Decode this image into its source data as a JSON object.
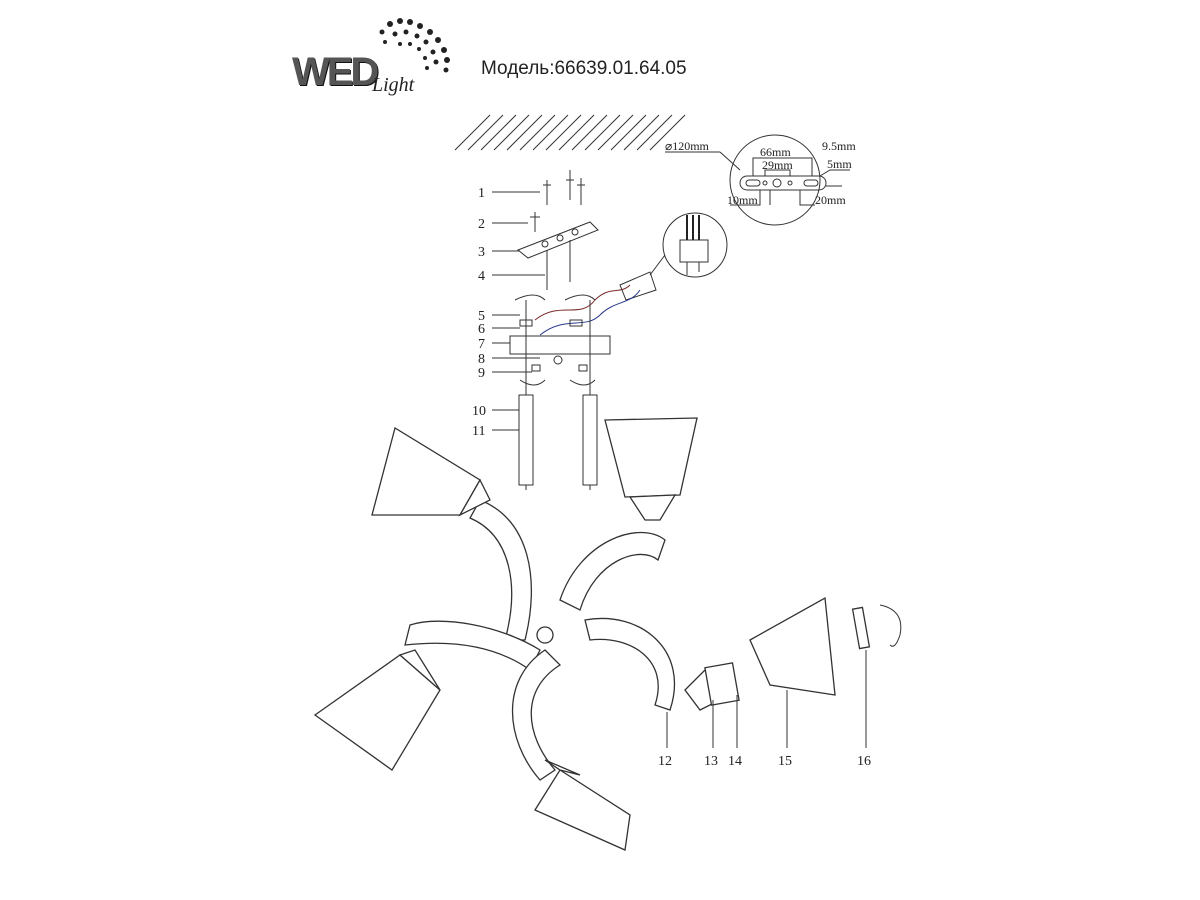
{
  "header": {
    "logo_text": "WED Light",
    "model": "Модель:66639.01.64.05"
  },
  "detail": {
    "diameter": "⌀120mm",
    "d66": "66mm",
    "d29": "29mm",
    "d95": "9.5mm",
    "d5": "5mm",
    "d10": "10mm",
    "d20": "20mm"
  },
  "parts_left": [
    "1",
    "2",
    "3",
    "4",
    "5",
    "6",
    "7",
    "8",
    "9",
    "10",
    "11"
  ],
  "parts_bottom": [
    "12",
    "13",
    "14",
    "15",
    "16"
  ]
}
